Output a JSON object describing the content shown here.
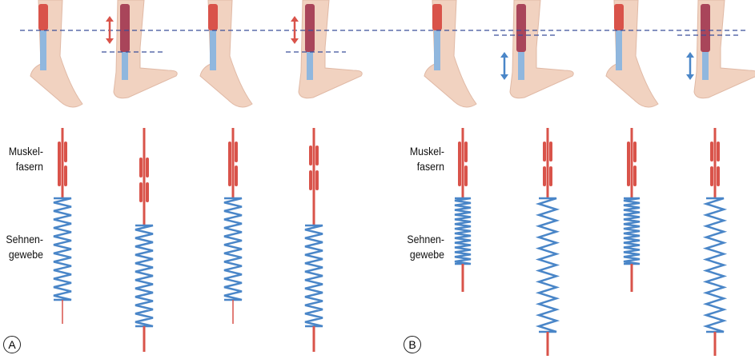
{
  "labels": {
    "muscle": "Muskel-\nfasern",
    "tendon": "Sehnen-\ngewebe"
  },
  "panels": {
    "a": "A",
    "b": "B"
  },
  "colors": {
    "muscle": "#d9534a",
    "tendon": "#4a86c8",
    "dash": "#3b4f9a",
    "skin": "#f1d2c0"
  }
}
